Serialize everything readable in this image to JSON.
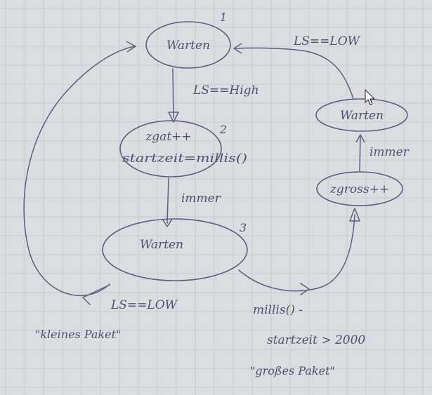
{
  "nodes": [
    {
      "id": "n1",
      "label": "Warten",
      "number": "1"
    },
    {
      "id": "n2",
      "label_line1": "zgat++",
      "label_line2": "startzeit=millis()",
      "number": "2"
    },
    {
      "id": "n3",
      "label": "Warten",
      "number": "3"
    },
    {
      "id": "n4",
      "label": "zgross++"
    },
    {
      "id": "n5",
      "label": "Warten"
    }
  ],
  "edges": {
    "n1_n2": "LS==High",
    "n2_n3": "immer",
    "n3_n1": "LS==LOW",
    "n3_n4_line1": "millis() -",
    "n3_n4_line2": "startzeit > 2000",
    "n4_n5": "immer",
    "n5_n1": "LS==LOW"
  },
  "notes": {
    "small_package": "\"kleines Paket\"",
    "large_package": "\"großes Paket\""
  },
  "colors": {
    "paper": "#dcdde0",
    "grid": "#c9cacf",
    "ink": "#5a6080"
  }
}
